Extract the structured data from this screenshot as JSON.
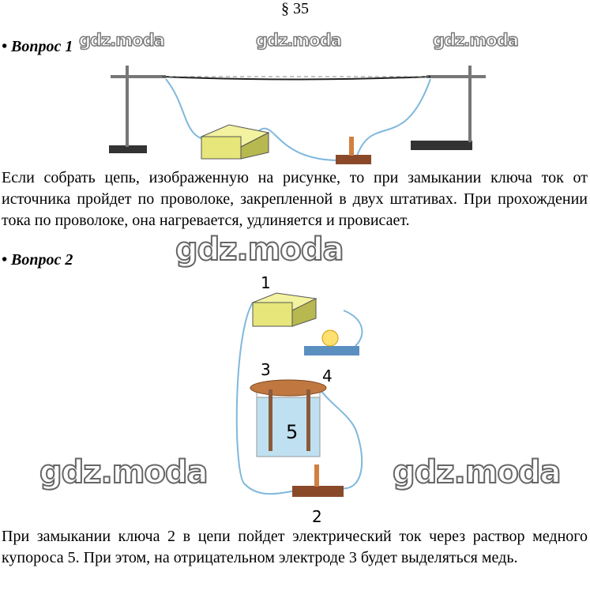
{
  "header": {
    "section": "§ 35"
  },
  "watermark": "gdz.moda",
  "question1": {
    "label": "• Вопрос 1",
    "answer": "Если собрать цепь, изображенную на рисунке, то при замыкании ключа ток от источника пройдет по проволоке, закрепленной в двух штативах. При прохождении тока по проволоке, она нагревается, удлиняется и провисает."
  },
  "question2": {
    "label": "• Вопрос 2",
    "figure_labels": [
      "1",
      "2",
      "3",
      "4",
      "5"
    ],
    "answer": "При замыкании ключа 2 в цепи пойдет электрический ток через раствор медного купороса 5. При этом, на отрицательном электроде 3 будет выделяться медь."
  },
  "colors": {
    "wire": "#7fb8dc",
    "solution": "#bfe0f0",
    "source": "#f2f2a0",
    "switch": "#8a4a2a"
  }
}
